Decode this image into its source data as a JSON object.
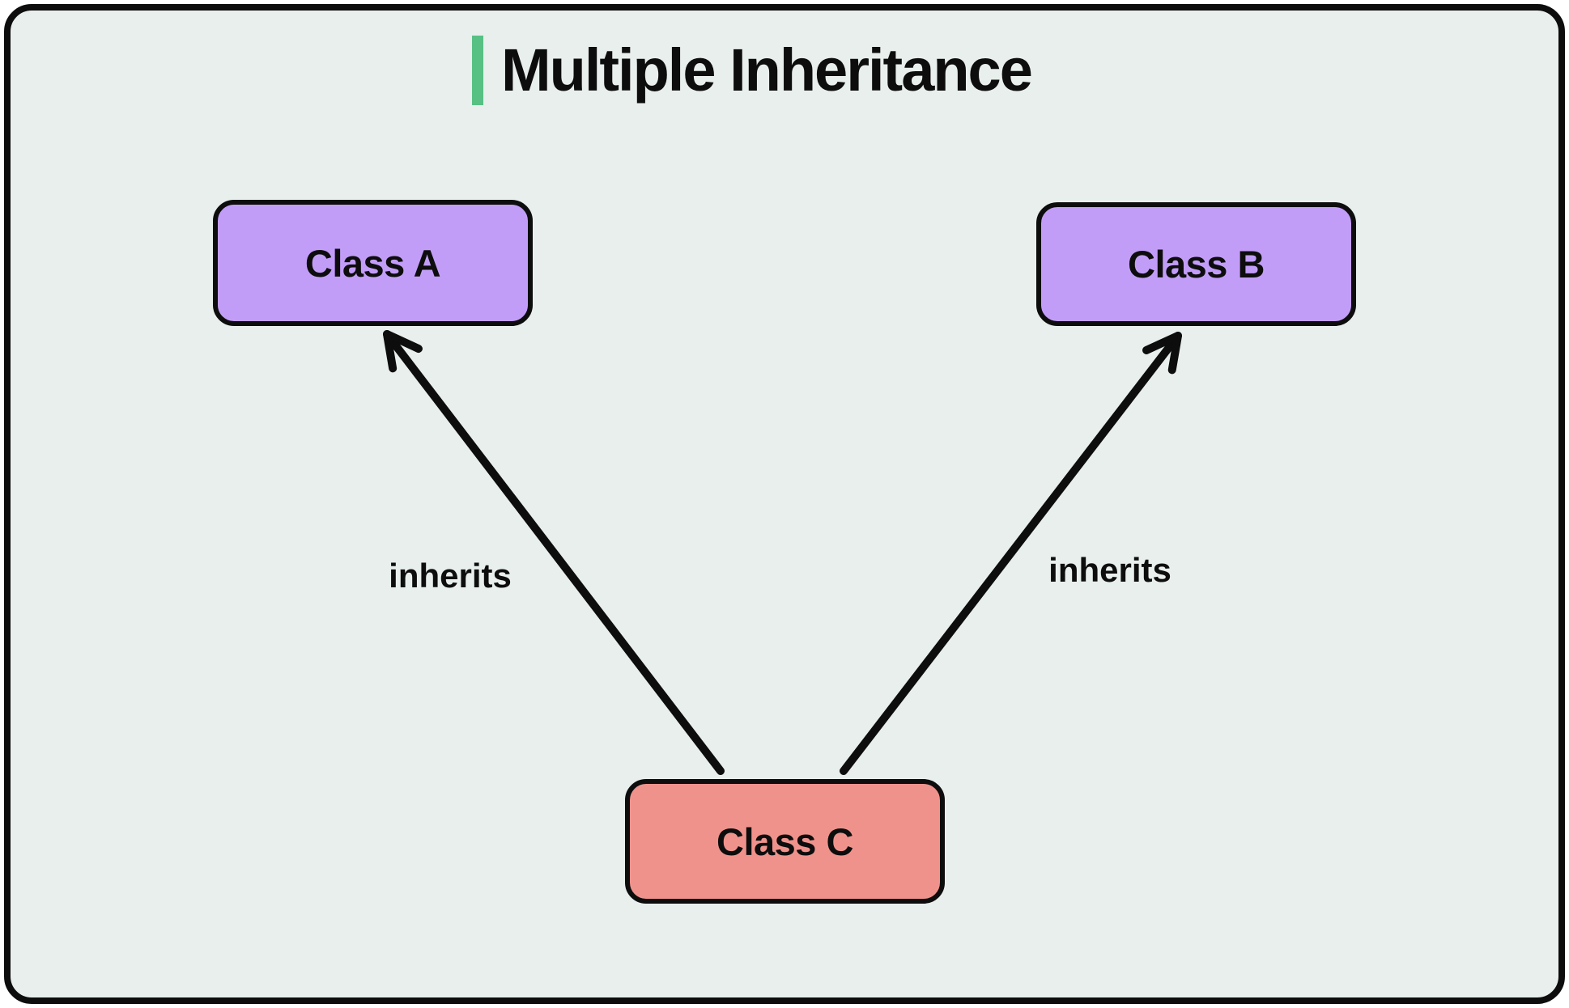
{
  "header": {
    "title": "Multiple Inheritance"
  },
  "colors": {
    "page_background": "#ffffff",
    "canvas_background": "#e8efec",
    "frame_border": "#0d0d0d",
    "title_accent_green": "#57c083",
    "node_purple": "#c29df8",
    "node_red": "#f0928c",
    "arrow_black": "#0d0d0d",
    "text_black": "#0d0d0d"
  },
  "diagram": {
    "nodes": [
      {
        "id": "class-a",
        "label": "Class A",
        "color": "#c29df8"
      },
      {
        "id": "class-b",
        "label": "Class B",
        "color": "#c29df8"
      },
      {
        "id": "class-c",
        "label": "Class C",
        "color": "#f0928c"
      }
    ],
    "edges": [
      {
        "from": "Class C",
        "to": "Class A",
        "label": "inherits",
        "arrowhead": "open-v"
      },
      {
        "from": "Class C",
        "to": "Class B",
        "label": "inherits",
        "arrowhead": "open-v"
      }
    ]
  }
}
